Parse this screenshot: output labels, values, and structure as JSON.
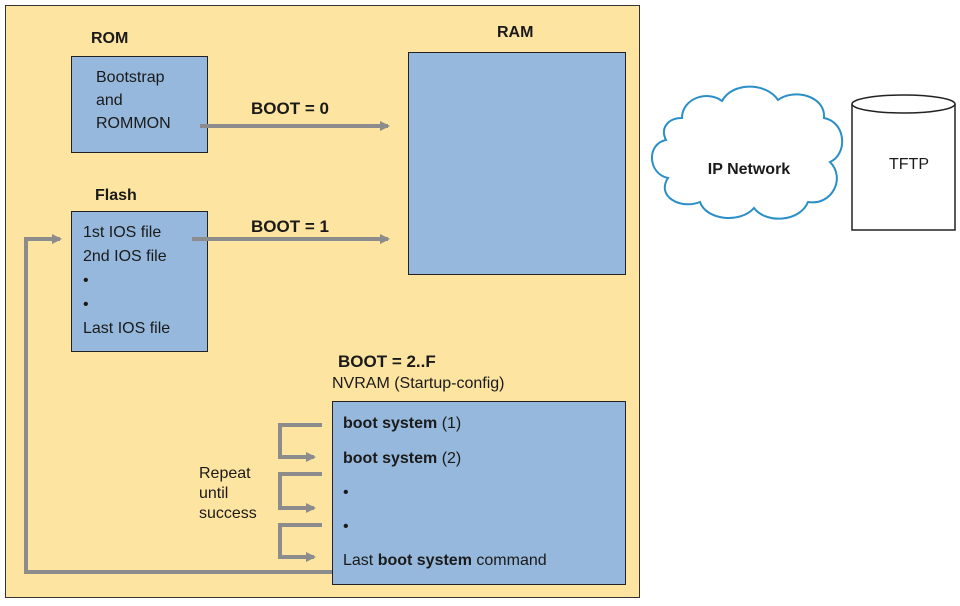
{
  "rom": {
    "title": "ROM",
    "line1": "Bootstrap",
    "line2": "and",
    "line3": "ROMMON"
  },
  "ram": {
    "title": "RAM"
  },
  "flash": {
    "title": "Flash",
    "line1": "1st IOS file",
    "line2": "2nd IOS file",
    "line3": "•",
    "line4": "•",
    "line5": "Last IOS file"
  },
  "arrows": {
    "boot0": "BOOT = 0",
    "boot1": "BOOT = 1"
  },
  "nvram": {
    "boot_label": "BOOT = 2..F",
    "subtitle": "NVRAM (Startup-config)",
    "cmd1_bold": "boot system",
    "cmd1_rest": " (1)",
    "cmd2_bold": "boot system",
    "cmd2_rest": " (2)",
    "dot1": "•",
    "dot2": "•",
    "last_prefix": "Last ",
    "last_bold": "boot system",
    "last_suffix": " command"
  },
  "repeat": {
    "line1": "Repeat",
    "line2": "until",
    "line3": "success"
  },
  "network": {
    "cloud_label": "IP Network",
    "server_label": "TFTP"
  },
  "colors": {
    "panel": "#fde4a0",
    "box": "#95b8dc",
    "arrow": "#8c8c8c",
    "cloud_stroke": "#2a8fc7"
  }
}
